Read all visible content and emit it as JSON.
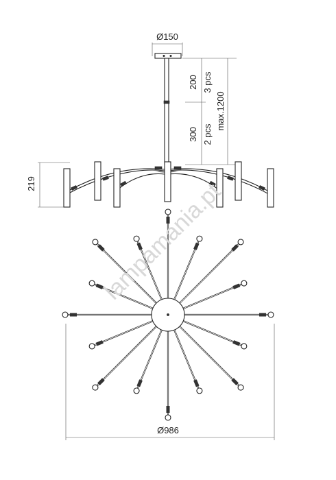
{
  "dimensions": {
    "canopy_diameter": "Ø150",
    "rod_short": "200",
    "rod_short_count": "3 pcs",
    "rod_long": "300",
    "rod_long_count": "2 pcs",
    "max_length": "max.1200",
    "body_height": "219",
    "overall_diameter": "Ø986"
  },
  "watermark": "lampamania.pt",
  "colors": {
    "line": "#222222",
    "watermark": "#d8d8d8"
  },
  "fixture": {
    "arm_count": 16
  }
}
